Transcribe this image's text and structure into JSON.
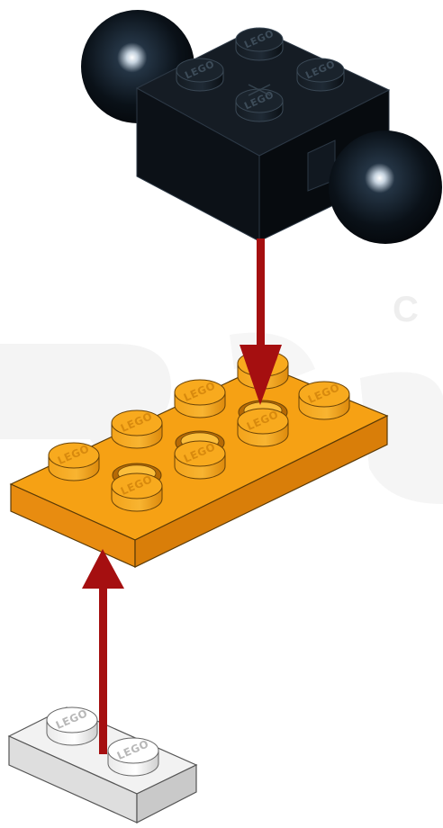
{
  "title": "",
  "colors": {
    "background": "#ffffff",
    "watermark": "#f3f3f3",
    "black_brick_top": "#161d25",
    "black_brick_front": "#0b1016",
    "black_brick_side": "#06090d",
    "black_ball": "#0a1118",
    "orange_plate_top": "#f7a315",
    "orange_plate_front": "#e88c10",
    "orange_plate_side": "#d27a08",
    "grey_plate_top": "#f3f3f3",
    "grey_plate_front": "#dddddd",
    "grey_plate_side": "#c8c8c8",
    "arrow": "#a50f10",
    "outline": "#2b2b2b"
  },
  "stud_logo": "LEGO",
  "watermark_glyph": "C",
  "parts": [
    {
      "id": "black-brick-2x2-with-balls",
      "name": "Black 2x2 brick with tow balls",
      "studs": 4
    },
    {
      "id": "orange-plate-2x4",
      "name": "Orange 2x4 plate",
      "studs": 8
    },
    {
      "id": "grey-plate-1x2",
      "name": "Light grey 1x2 plate",
      "studs": 2
    }
  ],
  "arrows": [
    {
      "id": "arrow-down",
      "from": "black-brick-2x2-with-balls",
      "to": "orange-plate-2x4",
      "direction": "down"
    },
    {
      "id": "arrow-up",
      "from": "grey-plate-1x2",
      "to": "orange-plate-2x4",
      "direction": "up"
    }
  ]
}
